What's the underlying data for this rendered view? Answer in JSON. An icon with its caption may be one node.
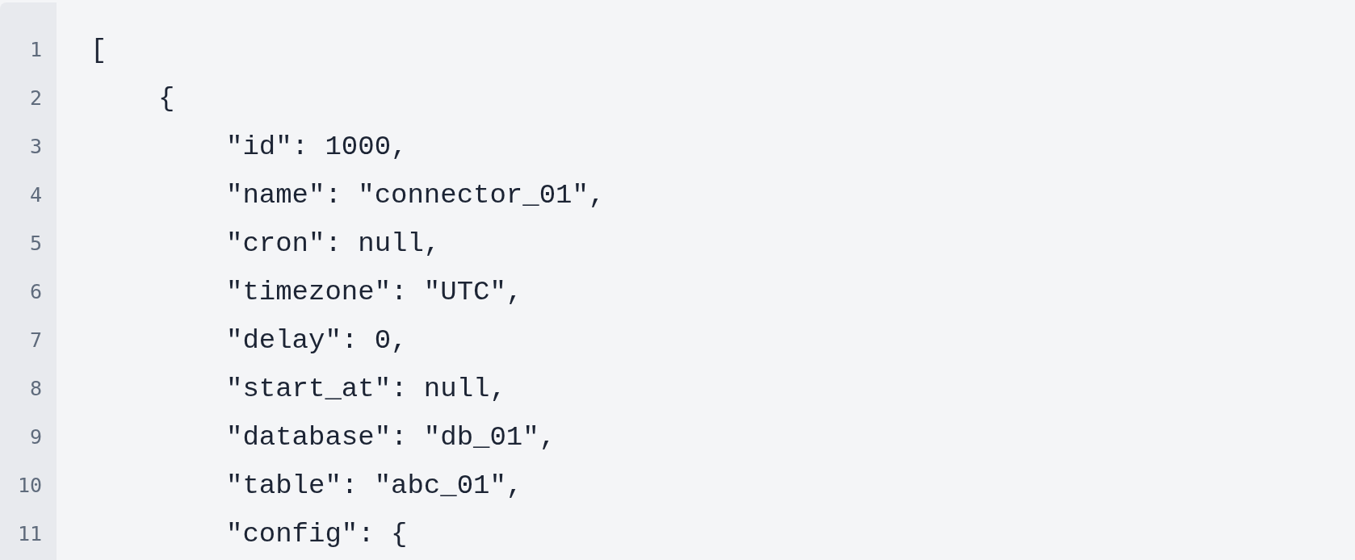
{
  "diagram": {
    "labels": [
      "1",
      "[",
      "2",
      "{",
      "3",
      "\"id\": 1000,",
      "4",
      "\"name\": \"connector_01\",",
      "5",
      "\"cron\": null,",
      "6",
      "\"timezone\": \"UTC\",",
      "7",
      "\"delay\": 0,",
      "8",
      "\"start_at\": null,",
      "9",
      "\"database\": \"db_01\",",
      "10",
      "\"table\": \"abc_01\",",
      "11",
      "\"config\": {"
    ]
  }
}
